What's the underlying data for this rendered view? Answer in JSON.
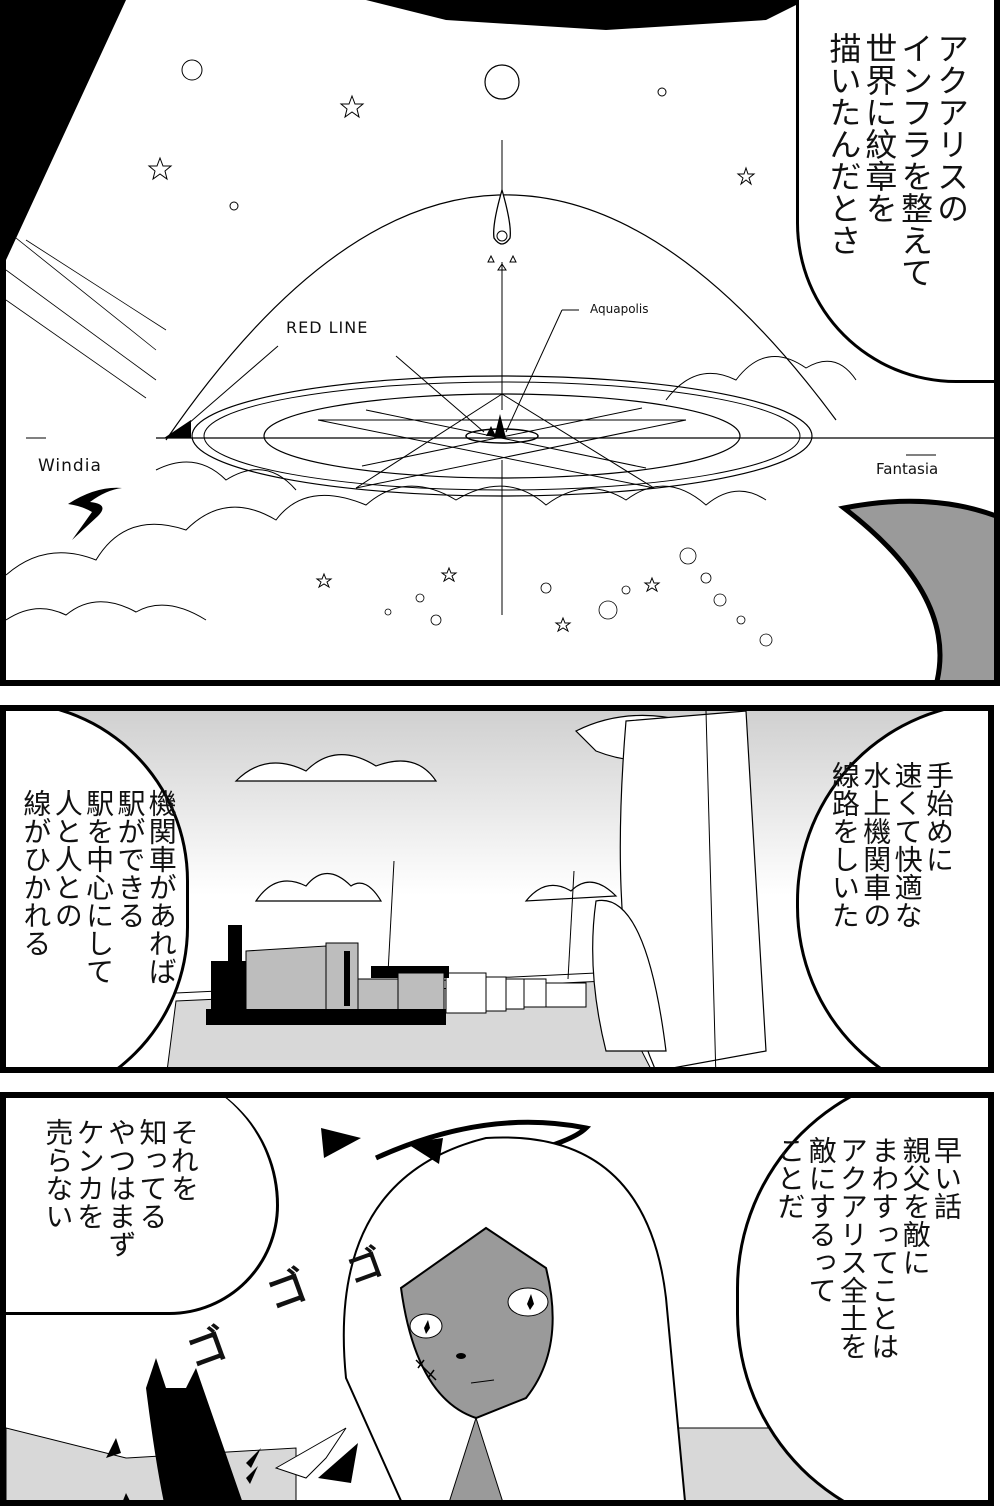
{
  "page": {
    "type": "manga-page",
    "panels": 3
  },
  "panel1": {
    "caption": "アクアリスの\nインフラを整えて\n世界に紋章を\n描いたんだとさ",
    "map_labels": {
      "red_line": "RED LINE",
      "aquapolis": "Aquapolis",
      "windia": "Windia",
      "fantasia": "Fantasia"
    }
  },
  "panel2": {
    "right_bubble": "手始めに\n速くて快適な\n水上機関車の\n線路をしいた",
    "left_bubble": "機関車があれば\n駅ができる\n駅を中心にして\n人と人との\n線がひかれる"
  },
  "panel3": {
    "left_bubble": "それを\n知ってる\nやつはまず\nケンカを\n売らない",
    "right_bubble": "早い話\n親父を敵に\nまわすってことは\nアクアリス全土を\n敵にするって\nことだ",
    "sfx": [
      "ゴ",
      "ゴ",
      "ゴ"
    ]
  },
  "colors": {
    "ink": "#000000",
    "paper": "#ffffff",
    "screentone": "#9a9a9a",
    "light_tone": "#d8d8d8"
  }
}
